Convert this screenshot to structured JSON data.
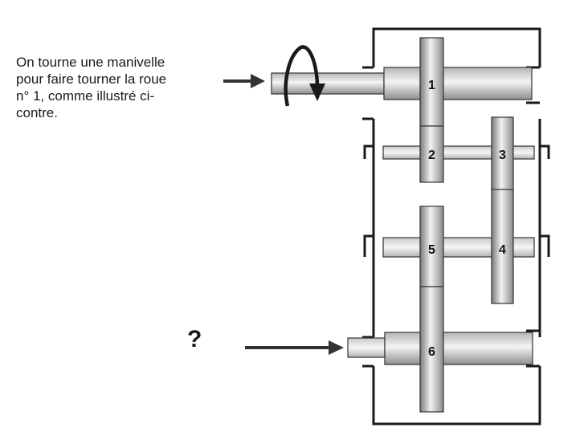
{
  "description": {
    "lines": [
      "On tourne une manivelle",
      "pour faire tourner la roue",
      "n° 1, comme illustré ci-",
      "contre."
    ]
  },
  "output_label": "?",
  "gears": [
    {
      "id": "gear-1",
      "label": "1"
    },
    {
      "id": "gear-2",
      "label": "2"
    },
    {
      "id": "gear-3",
      "label": "3"
    },
    {
      "id": "gear-4",
      "label": "4"
    },
    {
      "id": "gear-5",
      "label": "5"
    },
    {
      "id": "gear-6",
      "label": "6"
    }
  ]
}
